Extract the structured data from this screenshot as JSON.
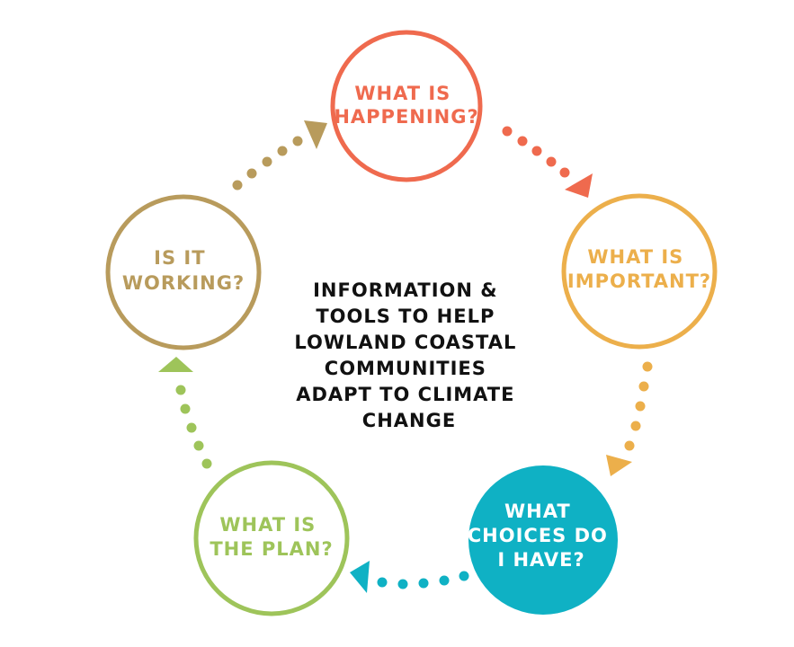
{
  "center": {
    "lines": [
      "INFORMATION &",
      "TOOLS TO HELP",
      "LOWLAND COASTAL",
      "COMMUNITIES",
      "ADAPT TO CLIMATE",
      "CHANGE"
    ]
  },
  "nodes": {
    "happening": {
      "lines": [
        "WHAT IS",
        "HAPPENING?"
      ],
      "color": "#ef6a4e",
      "filled": false
    },
    "important": {
      "lines": [
        "WHAT IS",
        "IMPORTANT?"
      ],
      "color": "#ecaf4b",
      "filled": false
    },
    "choices": {
      "lines": [
        "WHAT",
        "CHOICES DO",
        "I HAVE?"
      ],
      "color": "#0fb1c4",
      "filled": true
    },
    "plan": {
      "lines": [
        "WHAT IS",
        "THE PLAN?"
      ],
      "color": "#9ec45a",
      "filled": false
    },
    "working": {
      "lines": [
        "IS IT",
        "WORKING?"
      ],
      "color": "#b89b5c",
      "filled": false
    }
  }
}
